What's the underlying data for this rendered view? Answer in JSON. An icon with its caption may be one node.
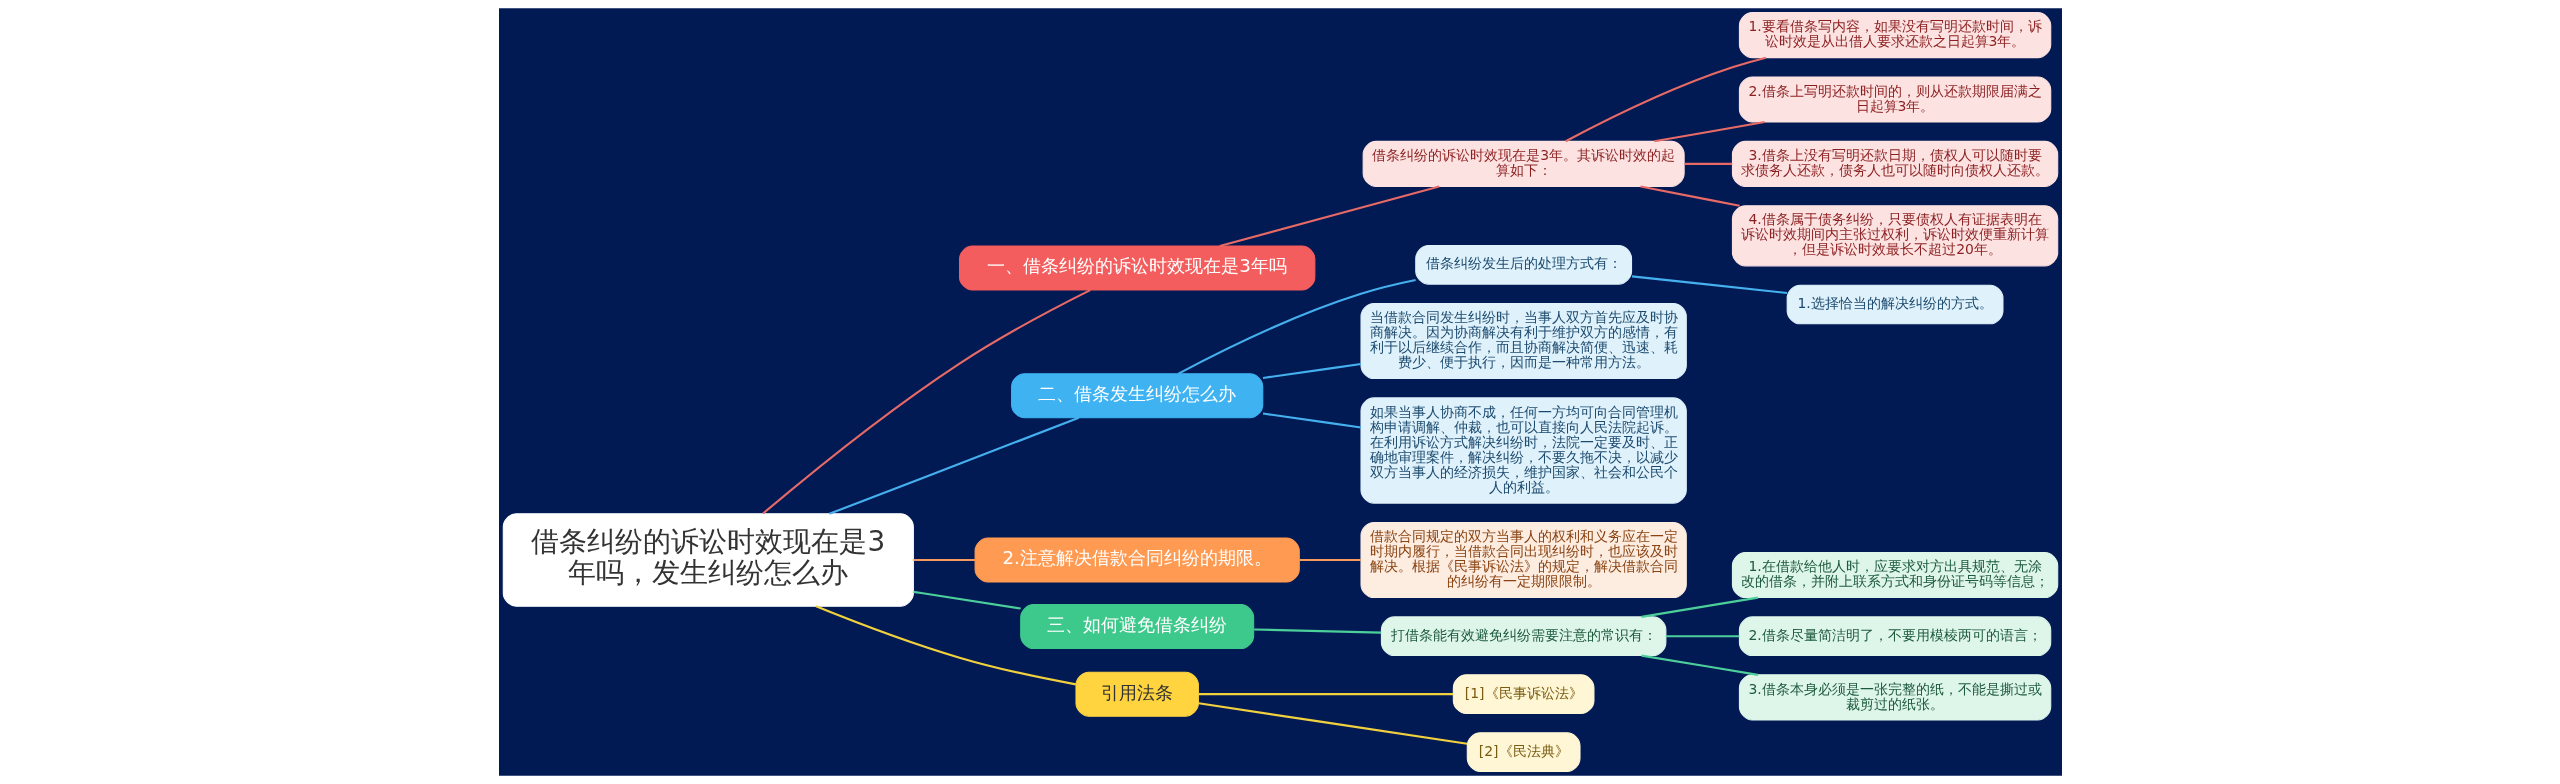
{
  "diagram": {
    "nodes": [
      {
        "text": [
          "借条纠纷的诉讼时效现在是3年吗，发生纠纷怎么办"
        ]
      },
      {
        "text": [
          "一、借条纠纷的诉讼时效现在是3年吗"
        ]
      },
      {
        "text": [
          "借条纠纷的诉讼时效现在是3年。其诉讼时效的起算如下："
        ]
      },
      {
        "text": [
          "1.要看借条写内容，如果没有写明还款时间，诉讼时效是从出借人要求还款之日起算3年。"
        ]
      },
      {
        "text": [
          "2.借条上写明还款时间的，则从还款期限届满之日起算3年。"
        ]
      },
      {
        "text": [
          "3.借条上没有写明还款日期，债权人可以随时要求债务人还款，债务人也可以随时向债权人还款。"
        ]
      },
      {
        "text": [
          "4.借条属于债务纠纷，只要债权人有证据表明在诉讼时效期间内主张过权利，诉讼时效便重新计算，但是诉讼时效最长不超过20年。"
        ]
      },
      {
        "text": [
          "二、借条发生纠纷怎么办"
        ]
      },
      {
        "text": [
          "借条纠纷发生后的处理方式有："
        ]
      },
      {
        "text": [
          "1.选择恰当的解决纠纷的方式。"
        ]
      },
      {
        "text": [
          "当借款合同发生纠纷时，当事人双方首先应及时协商解决。因为协商解决有利于维护双方的感情，有利于以后继续合作，而且协商解决简便、迅速、耗费少、便于执行，因而是一种常用方法。"
        ]
      },
      {
        "text": [
          "如果当事人协商不成，任何一方均可向合同管理机构申请调解、仲裁，也可以直接向人民法院起诉。在利用诉讼方式解决纠纷时，法院一定要及时、正确地审理案件，解决纠纷，不要久拖不决，以减少双方当事人的经济损失，维护国家、社会和公民个人的利益。"
        ]
      },
      {
        "text": [
          "2.注意解决借款合同纠纷的期限。"
        ]
      },
      {
        "text": [
          "借款合同规定的双方当事人的权利和义务应在一定时期内履行，当借款合同出现纠纷时，也应该及时解决。根据《民事诉讼法》的规定，解决借款合同的纠纷有一定期限限制。"
        ]
      },
      {
        "text": [
          "三、如何避免借条纠纷"
        ]
      },
      {
        "text": [
          "打借条能有效避免纠纷需要注意的常识有："
        ]
      },
      {
        "text": [
          "1.在借款给他人时，应要求对方出具规范、无涂改的借条，并附上联系方式和身份证号码等信息；"
        ]
      },
      {
        "text": [
          "2.借条尽量简洁明了，不要用模棱两可的语言；"
        ]
      },
      {
        "text": [
          "3.借条本身必须是一张完整的纸，不能是撕过或裁剪过的纸张。"
        ]
      },
      {
        "text": [
          "引用法条"
        ]
      },
      {
        "text": [
          "[1]《民事诉讼法》"
        ]
      },
      {
        "text": [
          "[2]《民法典》"
        ]
      }
    ],
    "edges": [
      {
        "from": 0,
        "to": 1,
        "arrow": "none",
        "color": "#e86a66"
      },
      {
        "from": 1,
        "to": 2,
        "arrow": "none",
        "color": "#e86a66"
      },
      {
        "from": 2,
        "to": 3,
        "arrow": "none",
        "color": "#e86a66"
      },
      {
        "from": 2,
        "to": 4,
        "arrow": "none",
        "color": "#e86a66"
      },
      {
        "from": 2,
        "to": 5,
        "arrow": "none",
        "color": "#e86a66"
      },
      {
        "from": 2,
        "to": 6,
        "arrow": "none",
        "color": "#e86a66"
      },
      {
        "from": 0,
        "to": 7,
        "arrow": "none",
        "color": "#45b0ee"
      },
      {
        "from": 7,
        "to": 8,
        "arrow": "none",
        "color": "#45b0ee"
      },
      {
        "from": 8,
        "to": 9,
        "arrow": "none",
        "color": "#45b0ee"
      },
      {
        "from": 7,
        "to": 10,
        "arrow": "none",
        "color": "#45b0ee"
      },
      {
        "from": 7,
        "to": 11,
        "arrow": "none",
        "color": "#45b0ee"
      },
      {
        "from": 0,
        "to": 12,
        "arrow": "none",
        "color": "#f59a5c"
      },
      {
        "from": 12,
        "to": 13,
        "arrow": "none",
        "color": "#f59a5c"
      },
      {
        "from": 0,
        "to": 14,
        "arrow": "none",
        "color": "#4ccf9a"
      },
      {
        "from": 14,
        "to": 15,
        "arrow": "none",
        "color": "#4ccf9a"
      },
      {
        "from": 15,
        "to": 16,
        "arrow": "none",
        "color": "#4ccf9a"
      },
      {
        "from": 15,
        "to": 17,
        "arrow": "none",
        "color": "#4ccf9a"
      },
      {
        "from": 15,
        "to": 18,
        "arrow": "none",
        "color": "#4ccf9a"
      },
      {
        "from": 0,
        "to": 19,
        "arrow": "none",
        "color": "#f2d13f"
      },
      {
        "from": 19,
        "to": 20,
        "arrow": "none",
        "color": "#f2d13f"
      },
      {
        "from": 19,
        "to": 21,
        "arrow": "none",
        "color": "#f2d13f"
      }
    ]
  }
}
